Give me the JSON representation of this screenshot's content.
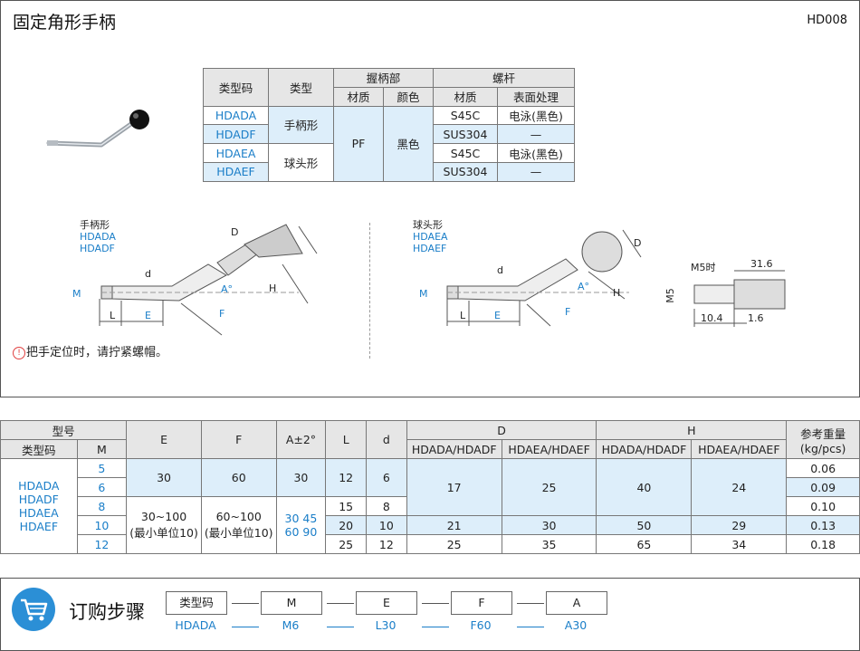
{
  "header": {
    "title": "固定角形手柄",
    "code": "HD008"
  },
  "spec_table": {
    "h_type_code": "类型码",
    "h_type": "类型",
    "h_grip": "握柄部",
    "h_screw": "螺杆",
    "h_material": "材质",
    "h_color": "颜色",
    "h_material2": "材质",
    "h_surface": "表面处理",
    "codes": [
      "HDADA",
      "HDADF",
      "HDAEA",
      "HDAEF"
    ],
    "types": [
      "手柄形",
      "球头形"
    ],
    "grip_material": "PF",
    "grip_color": "黑色",
    "screw_materials": [
      "S45C",
      "SUS304",
      "S45C",
      "SUS304"
    ],
    "surfaces": [
      "电泳(黑色)",
      "—",
      "电泳(黑色)",
      "—"
    ]
  },
  "drawing1": {
    "title": "手柄形",
    "codes": [
      "HDADA",
      "HDADF"
    ],
    "dims": [
      "D",
      "d",
      "M",
      "A°",
      "H",
      "L",
      "E",
      "F"
    ]
  },
  "drawing2": {
    "title": "球头形",
    "codes": [
      "HDAEA",
      "HDAEF"
    ],
    "dims": [
      "D",
      "d",
      "M",
      "A°",
      "H",
      "L",
      "E",
      "F"
    ]
  },
  "drawing3": {
    "label": "M5时",
    "len1": "31.6",
    "m": "M5",
    "len2": "10.4",
    "len3": "1.6"
  },
  "note": {
    "icon": "!",
    "text": "把手定位时，请拧紧螺帽。"
  },
  "dim_table": {
    "h_model": "型号",
    "h_type_code": "类型码",
    "h_m": "M",
    "h_e": "E",
    "h_f": "F",
    "h_a": "A±2°",
    "h_l": "L",
    "h_d_small": "d",
    "h_d": "D",
    "h_h": "H",
    "h_weight": "参考重量",
    "h_unit": "(kg/pcs)",
    "sub_d1": "HDADA/HDADF",
    "sub_d2": "HDAEA/HDAEF",
    "sub_h1": "HDADA/HDADF",
    "sub_h2": "HDAEA/HDAEF",
    "codes": [
      "HDADA",
      "HDADF",
      "HDAEA",
      "HDAEF"
    ],
    "m": [
      "5",
      "6",
      "8",
      "10",
      "12"
    ],
    "e1": "30",
    "e2": "30~100",
    "e2b": "(最小单位10)",
    "f1": "60",
    "f2": "60~100",
    "f2b": "(最小单位10)",
    "a1": "30",
    "a2": "30  45",
    "a2b": "60  90",
    "l": [
      "12",
      "15",
      "20",
      "25"
    ],
    "d": [
      "6",
      "8",
      "10",
      "12"
    ],
    "D1": [
      "17",
      "21",
      "25"
    ],
    "D2": [
      "25",
      "30",
      "35"
    ],
    "H1": [
      "40",
      "50",
      "65"
    ],
    "H2": [
      "24",
      "29",
      "34"
    ],
    "weights": [
      "0.06",
      "0.09",
      "0.10",
      "0.13",
      "0.18"
    ]
  },
  "order": {
    "title": "订购步骤",
    "boxes": [
      "类型码",
      "M",
      "E",
      "F",
      "A"
    ],
    "values": [
      "HDADA",
      "M6",
      "L30",
      "F60",
      "A30"
    ]
  }
}
